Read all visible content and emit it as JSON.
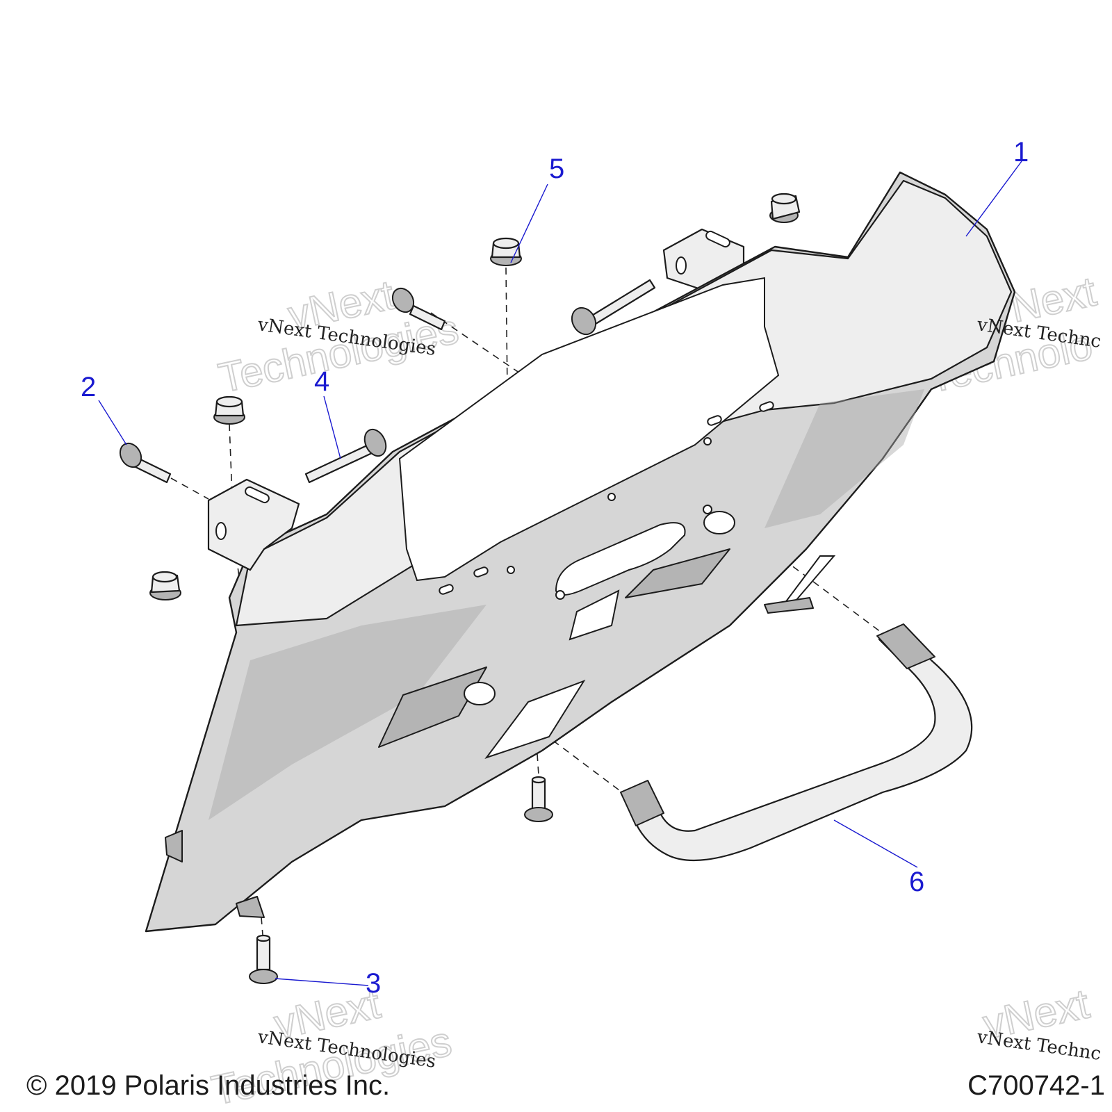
{
  "diagram": {
    "callouts": [
      "1",
      "2",
      "3",
      "4",
      "5",
      "6"
    ],
    "watermark": {
      "small_text": "vNext Technologies",
      "small_text_cut": "vNext Technc",
      "big_line1": "vNext",
      "big_line2": "Technologies",
      "big_line2_cut": "Technolo"
    },
    "footer": {
      "copyright": "© 2019 Polaris Industries Inc.",
      "figure_id": "C700742-1"
    }
  }
}
